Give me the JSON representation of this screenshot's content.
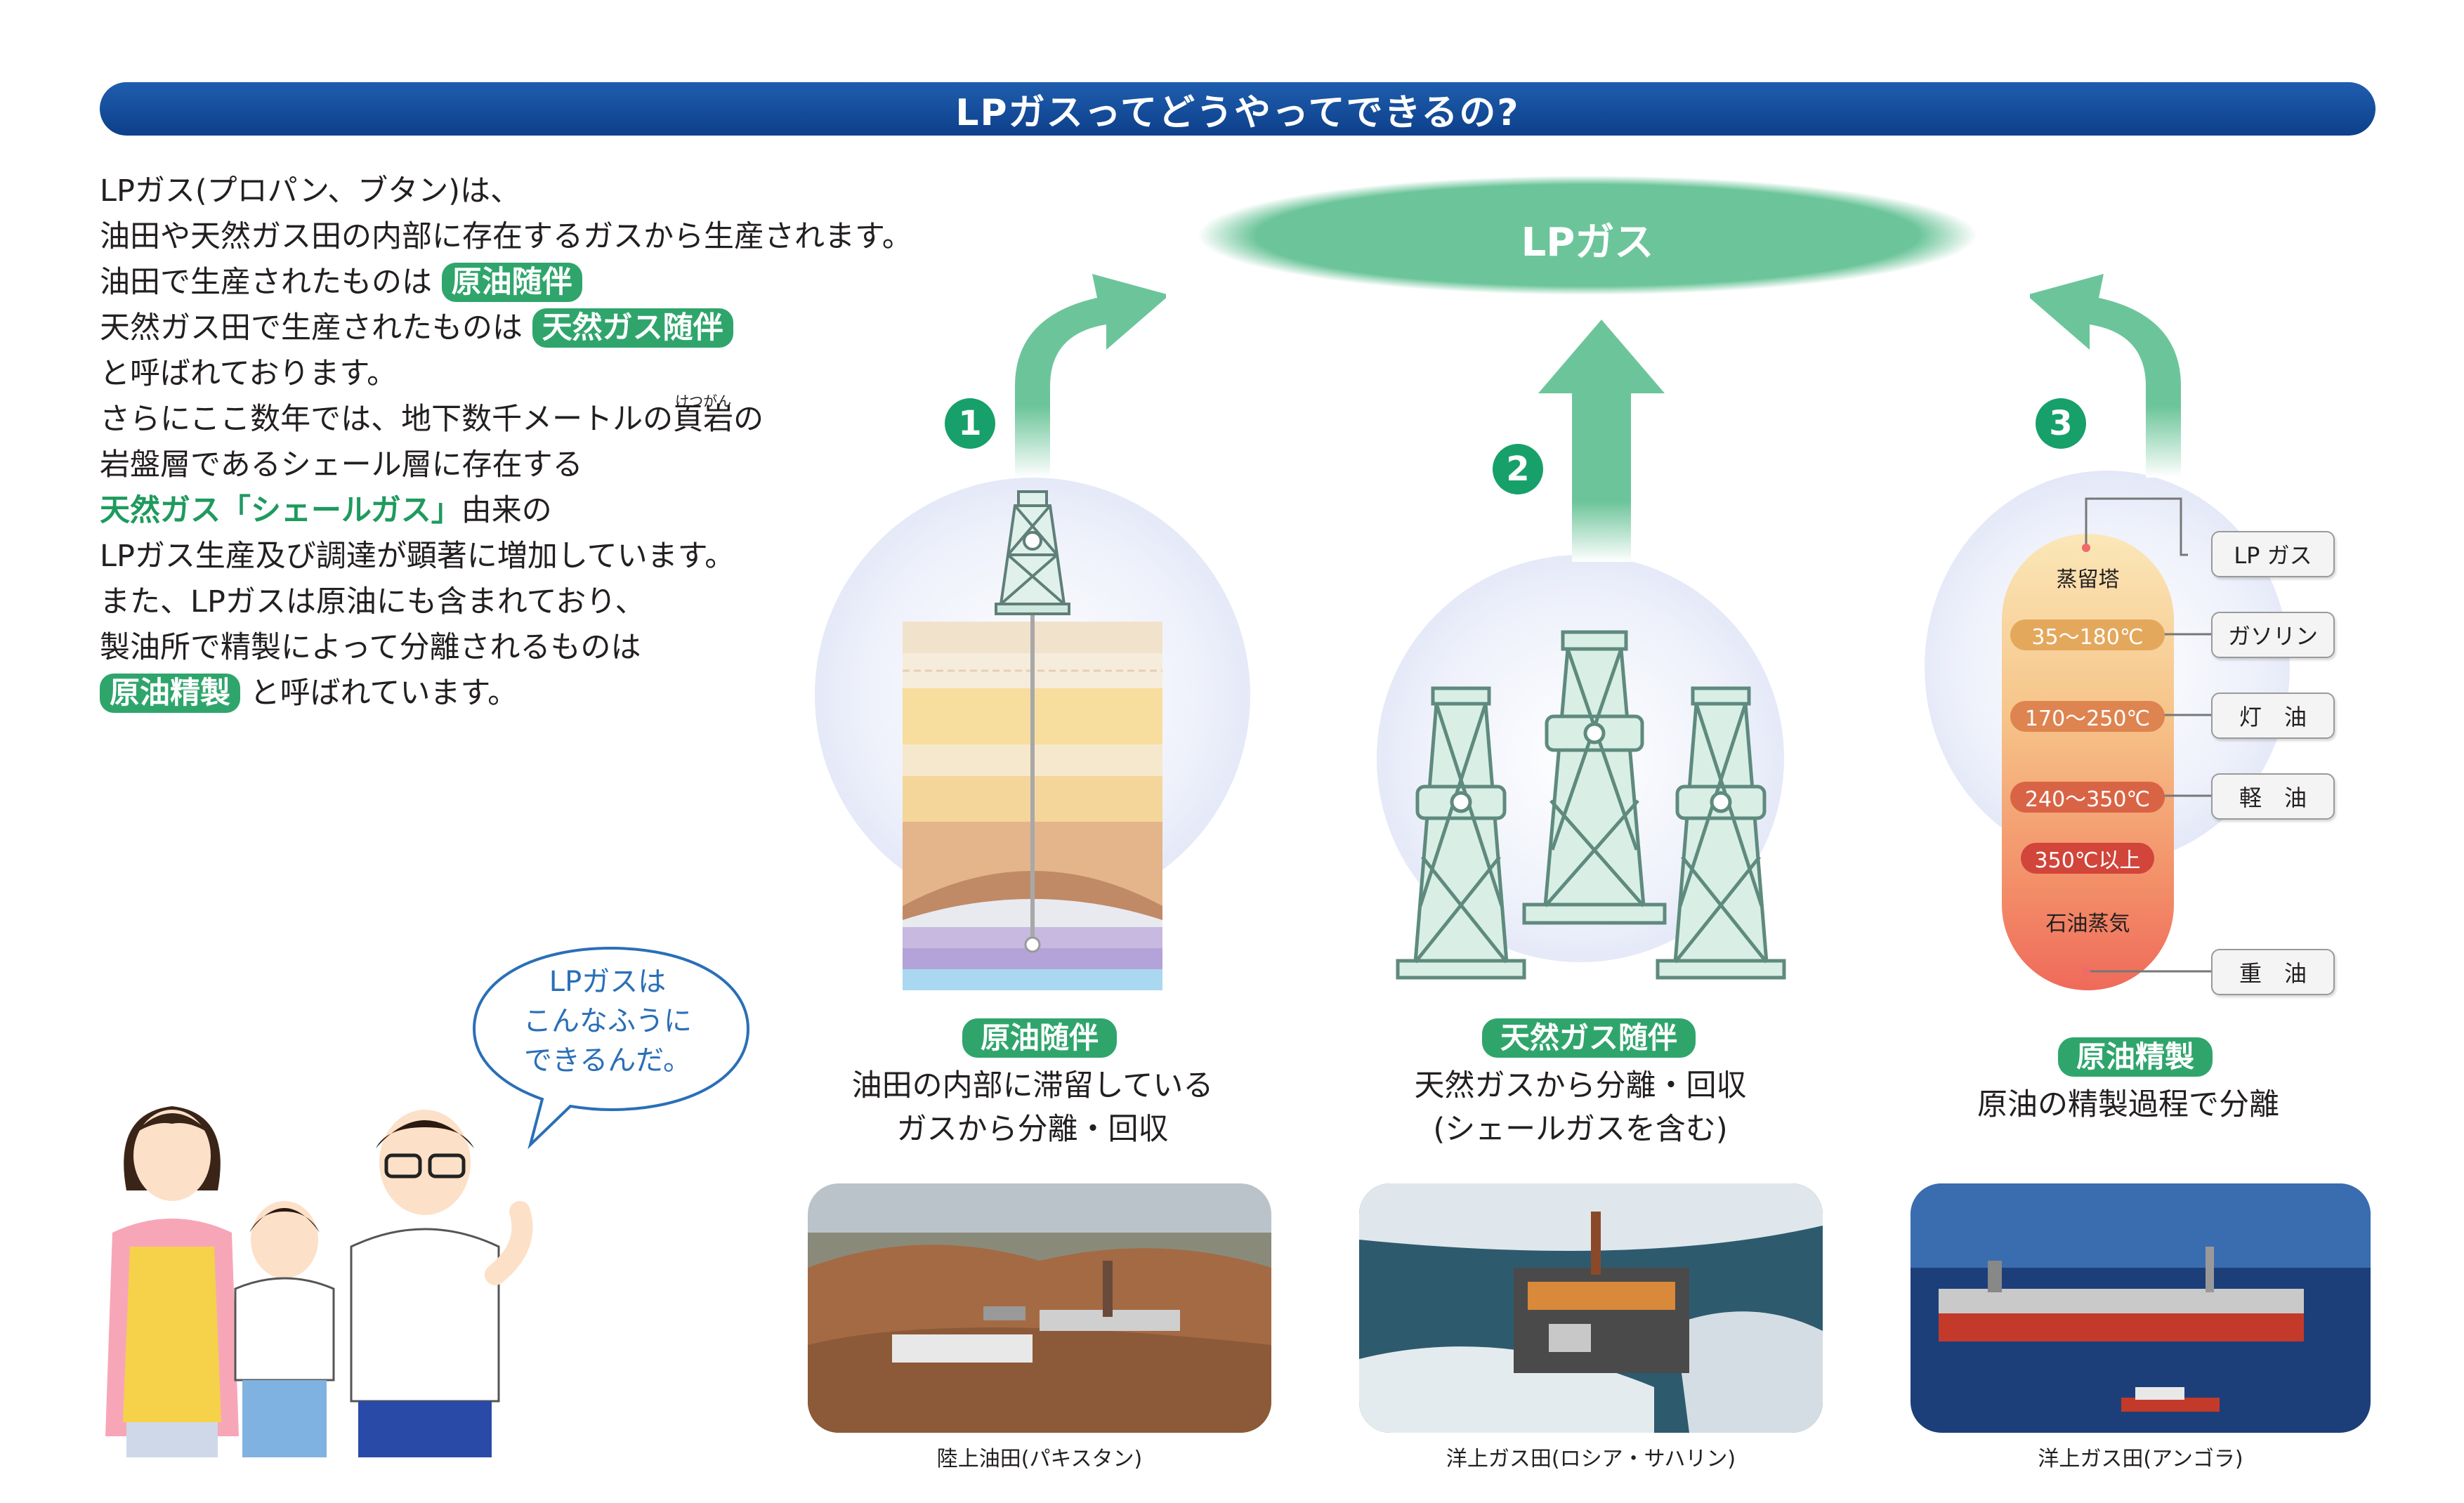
{
  "title": "LPガスってどうやってできるの?",
  "intro": {
    "line1": "LPガス(プロパン、ブタン)は、",
    "line2": "油田や天然ガス田の内部に存在するガスから生産されます。",
    "line3_pre": "油田で生産されたものは",
    "line3_pill": "原油随伴",
    "line4_pre": "天然ガス田で生産されたものは",
    "line4_pill": "天然ガス随伴",
    "line5": "と呼ばれております。",
    "line6_pre": "さらにここ数年では、地下数千メートルの",
    "line6_ruby_base": "頁岩",
    "line6_ruby_text": "けつがん",
    "line6_post": "の",
    "line7": "岩盤層であるシェール層に存在する",
    "line8_green": "天然ガス「シェールガス」",
    "line8_post": "由来の",
    "line9": "LPガス生産及び調達が顕著に増加しています。",
    "line10": "また、LPガスは原油にも含まれており、",
    "line11": "製油所で精製によって分離されるものは",
    "line12_pill": "原油精製",
    "line12_post": "と呼ばれています。"
  },
  "lp_gas_label": "LPガス",
  "steps": [
    {
      "number": "1",
      "category": "原油随伴",
      "desc1": "油田の内部に滞留している",
      "desc2": "ガスから分離・回収",
      "caption": "陸上油田(パキスタン)"
    },
    {
      "number": "2",
      "category": "天然ガス随伴",
      "desc1": "天然ガスから分離・回収",
      "desc2": "(シェールガスを含む)",
      "caption": "洋上ガス田(ロシア・サハリン)"
    },
    {
      "number": "3",
      "category": "原油精製",
      "desc1": "原油の精製過程で分離",
      "desc2": "",
      "caption": "洋上ガス田(アンゴラ)"
    }
  ],
  "tower": {
    "label": "蒸留塔",
    "bottom_label": "石油蒸気",
    "temps": [
      "35〜180℃",
      "170〜250℃",
      "240〜350℃",
      "350℃以上"
    ],
    "products": [
      "LP ガス",
      "ガソリン",
      "灯　油",
      "軽　油",
      "重　油"
    ]
  },
  "bubble": {
    "line1": "LPガスは",
    "line2": "こんなふうに",
    "line3": "できるんだ。"
  },
  "colors": {
    "title_bar": "#1353a0",
    "accent_green": "#2fa56c",
    "ellipse": "#6cc59a"
  }
}
